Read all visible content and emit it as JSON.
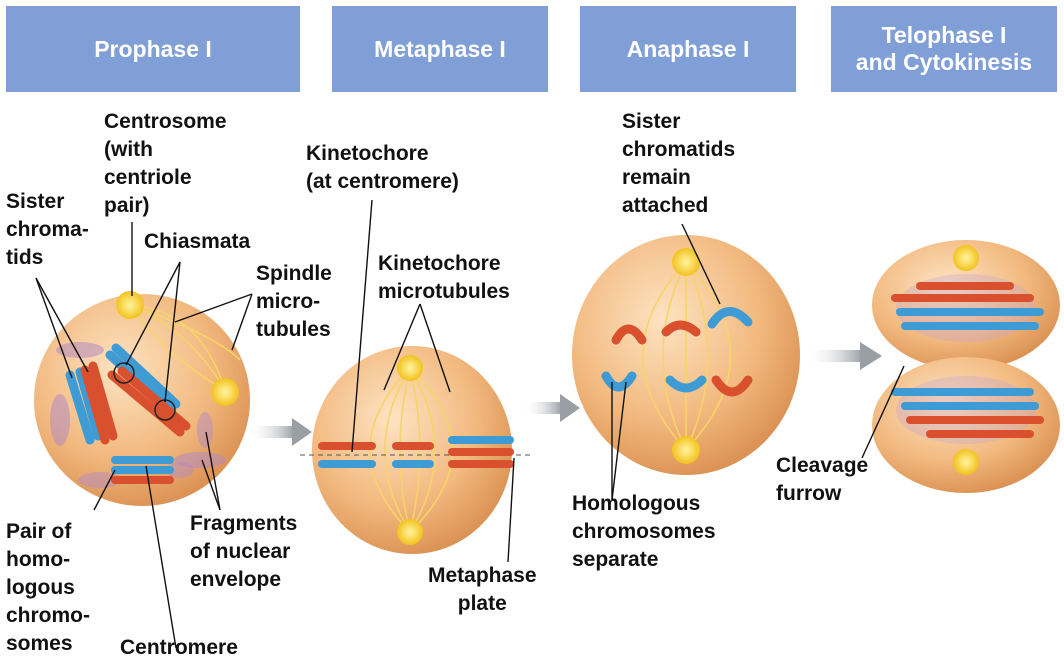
{
  "headers": [
    {
      "line1": "Prophase I",
      "line2": ""
    },
    {
      "line1": "Metaphase I",
      "line2": ""
    },
    {
      "line1": "Anaphase I",
      "line2": ""
    },
    {
      "line1": "Telophase I",
      "line2": "and Cytokinesis"
    }
  ],
  "labels": {
    "centrosome": [
      "Centrosome",
      "(with",
      "centriole",
      "pair)"
    ],
    "sister_chromatids": [
      "Sister",
      "chroma-",
      "tids"
    ],
    "chiasmata": [
      "Chiasmata"
    ],
    "spindle": [
      "Spindle",
      "micro-",
      "tubules"
    ],
    "pair_homologous": [
      "Pair of",
      "homo-",
      "logous",
      "chromo-",
      "somes"
    ],
    "centromere": [
      "Centromere"
    ],
    "fragments": [
      "Fragments",
      "of nuclear",
      "envelope"
    ],
    "kinetochore": [
      "Kinetochore",
      "(at centromere)"
    ],
    "kinetochore_mt": [
      "Kinetochore",
      "microtubules"
    ],
    "metaphase_plate": [
      "Metaphase",
      "plate"
    ],
    "sister_attached": [
      "Sister",
      "chromatids",
      "remain",
      "attached"
    ],
    "homologous_separate": [
      "Homologous",
      "chromosomes",
      "separate"
    ],
    "cleavage": [
      "Cleavage",
      "furrow"
    ]
  },
  "colors": {
    "header_bg": "#7f9fd6",
    "cell_fill": "#f0b77c",
    "chromosome_red": "#d9502e",
    "chromosome_blue": "#3f9bd3",
    "centrosome": "#f7d23a",
    "arrow": "#a6aab0"
  }
}
